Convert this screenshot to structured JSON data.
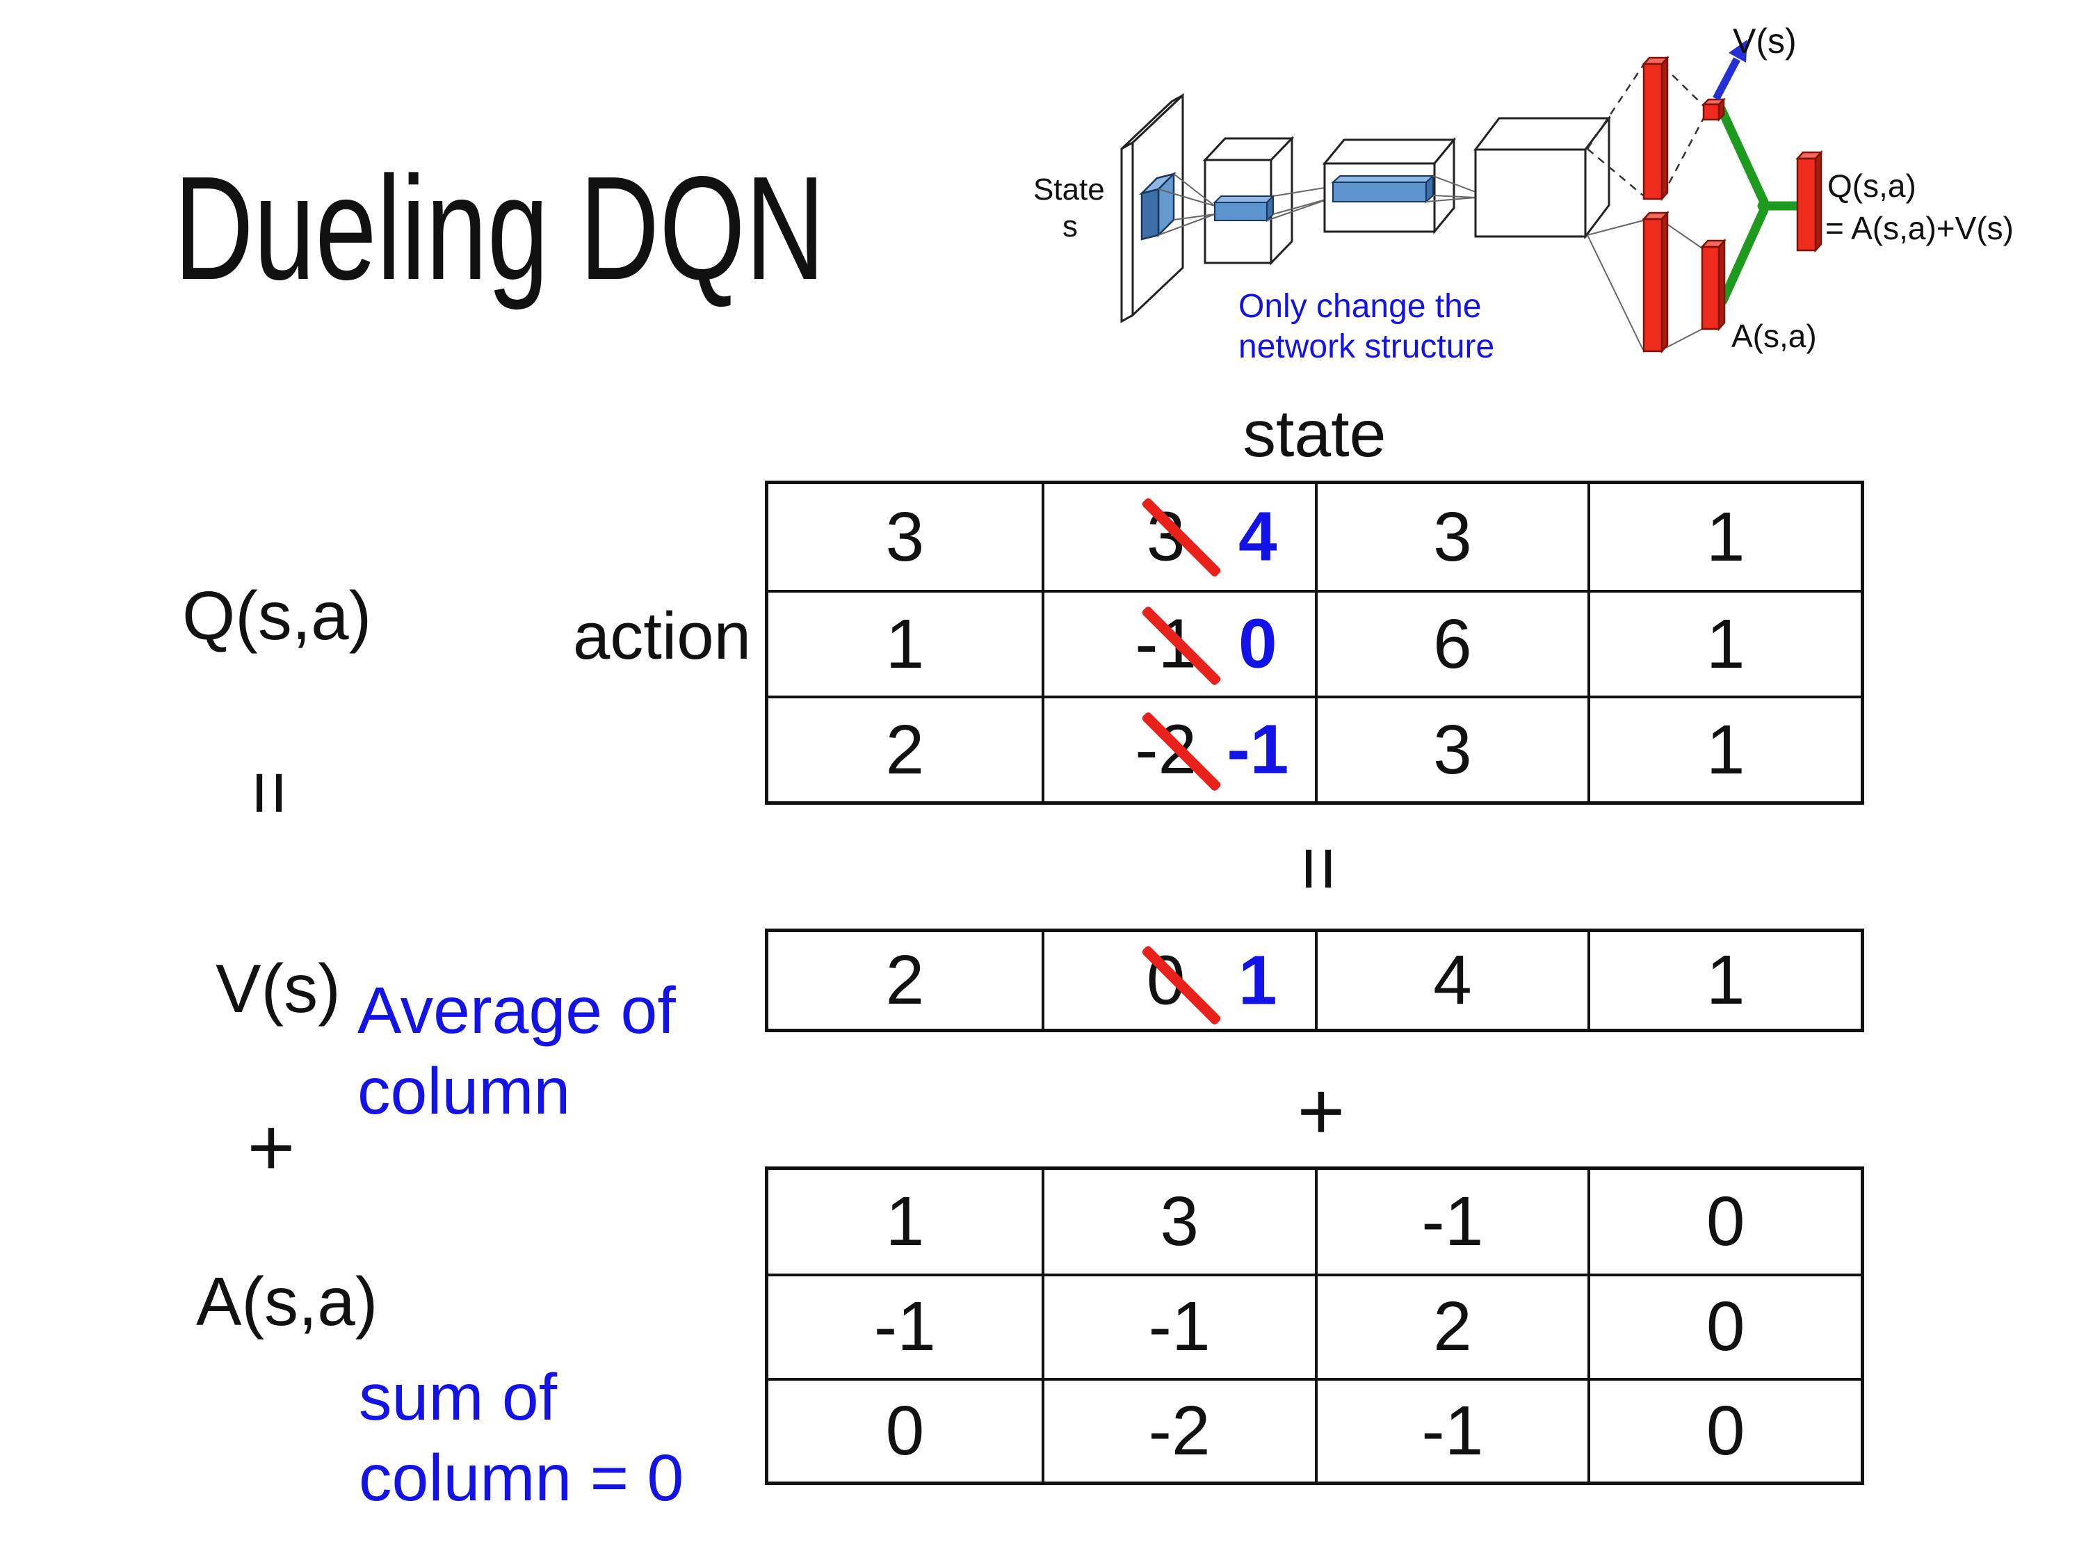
{
  "slide": {
    "title": "Dueling DQN"
  },
  "colors": {
    "text_black": "#111111",
    "accent_blue": "#1313e8",
    "strike_red": "#e8211a",
    "bar_red": "#ee2b1c",
    "connector_green": "#1e9b1e",
    "arrow_blue": "#2230d6",
    "feature_blue": "#5b93cc"
  },
  "diagram": {
    "state_line1": "State",
    "state_line2": "s",
    "note_line1": "Only change the",
    "note_line2": "network structure",
    "v_out_label": "V(s)",
    "q_out_line1": "Q(s,a)",
    "q_out_line2": "= A(s,a)+V(s)",
    "a_out_label": "A(s,a)"
  },
  "equation": {
    "q_label": "Q(s,a)",
    "equals_left": "=",
    "v_label": "V(s)",
    "plus_left": "+",
    "a_label": "A(s,a)",
    "action_label": "action",
    "state_label": "state",
    "equals_center": "=",
    "plus_center": "+",
    "avg_note_line1": "Average of",
    "avg_note_line2": "column",
    "sum_note_line1": "sum of",
    "sum_note_line2": "column = 0"
  },
  "tables": {
    "q": {
      "rows": [
        [
          "3",
          "3",
          "3",
          "1"
        ],
        [
          "1",
          "-1",
          "6",
          "1"
        ],
        [
          "2",
          "-2",
          "3",
          "1"
        ]
      ],
      "corrections": [
        {
          "row": 0,
          "col": 1,
          "new": "4"
        },
        {
          "row": 1,
          "col": 1,
          "new": "0"
        },
        {
          "row": 2,
          "col": 1,
          "new": "-1"
        }
      ]
    },
    "v": {
      "rows": [
        [
          "2",
          "0",
          "4",
          "1"
        ]
      ],
      "corrections": [
        {
          "row": 0,
          "col": 1,
          "new": "1"
        }
      ]
    },
    "a": {
      "rows": [
        [
          "1",
          "3",
          "-1",
          "0"
        ],
        [
          "-1",
          "-1",
          "2",
          "0"
        ],
        [
          "0",
          "-2",
          "-1",
          "0"
        ]
      ]
    }
  }
}
